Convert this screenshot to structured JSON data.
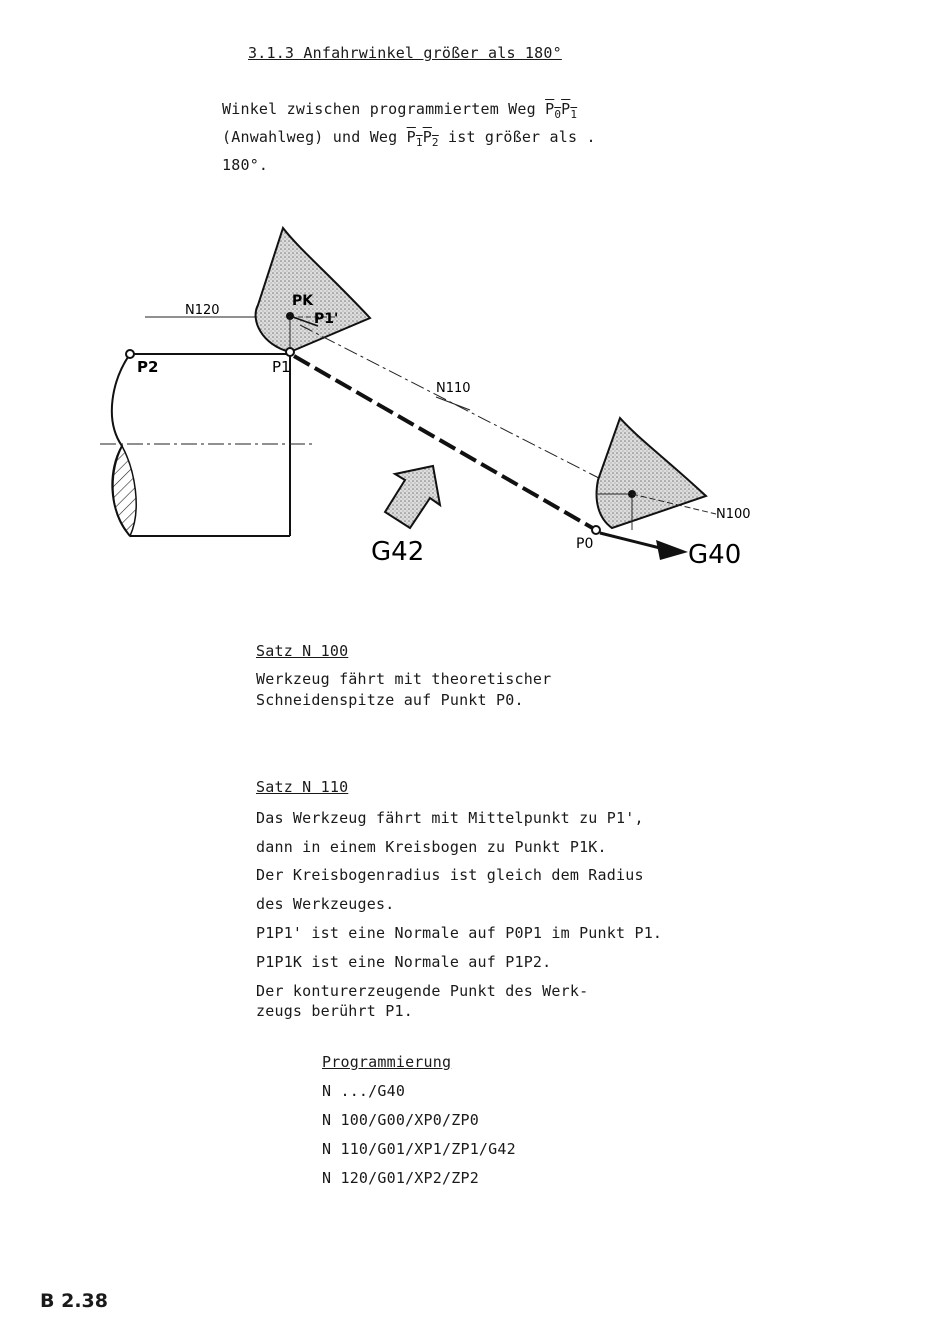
{
  "section": {
    "title": "3.1.3 Anfahrwinkel größer als 180°",
    "intro_line1_a": "Winkel zwischen programmiertem Weg ",
    "intro_line1_path": "P0P1",
    "intro_line2_a": "(Anwahlweg) und Weg ",
    "intro_line2_path": "P1P2",
    "intro_line2_b": " ist größer als .",
    "intro_line3": "180°."
  },
  "diagram": {
    "label_n120": "N120",
    "label_n110": "N110",
    "label_n100": "N100",
    "label_pk": "PK",
    "label_p1_prime": "P1'",
    "label_p1": "P1",
    "label_p2": "P2",
    "label_p0": "P0",
    "label_g42": "G42",
    "label_g40": "G40"
  },
  "satz100": {
    "title": "Satz N 100",
    "line1": "Werkzeug fährt mit theoretischer",
    "line2": "Schneidenspitze auf Punkt P0."
  },
  "satz110": {
    "title": "Satz N 110",
    "line1": "Das Werkzeug fährt mit Mittelpunkt zu P1',",
    "line2": "dann in einem Kreisbogen zu Punkt P1K.",
    "line3": "Der Kreisbogenradius ist gleich dem Radius",
    "line4": "des Werkzeuges.",
    "line5": "P1P1' ist eine Normale auf P0P1 im Punkt P1.",
    "line6": "P1P1K ist eine Normale auf P1P2.",
    "line7": "Der konturerzeugende Punkt des Werk-",
    "line8": "zeugs berührt P1."
  },
  "program": {
    "title": "Programmierung",
    "lines": [
      "N .../G40",
      "N 100/G00/XP0/ZP0",
      "N 110/G01/XP1/ZP1/G42",
      "N 120/G01/XP2/ZP2"
    ]
  },
  "page_number": "B 2.38"
}
